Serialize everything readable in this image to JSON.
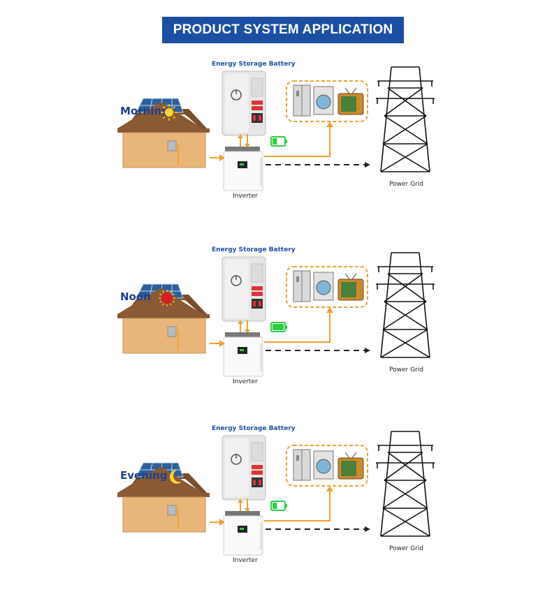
{
  "banner": {
    "title": "PRODUCT SYSTEM APPLICATION"
  },
  "colors": {
    "banner": "#1c4fa3",
    "flow_arrow": "#f0a030",
    "grid_arrow": "#222222",
    "house": "#e8b678",
    "roof": "#8a5a34",
    "battery_full": "#2ecc40",
    "appliance_frame": "#f0a030"
  },
  "panels": [
    {
      "time_label": "Morning",
      "time_icon": "sun-icon",
      "battery_label": "Energy Storage Battery",
      "inverter_label": "Inverter",
      "grid_label": "Power Grid",
      "battery_level": 0.4
    },
    {
      "time_label": "Noon",
      "time_icon": "red-sun-icon",
      "battery_label": "Energy Storage Battery",
      "inverter_label": "Inverter",
      "grid_label": "Power Grid",
      "battery_level": 1.0
    },
    {
      "time_label": "Evening",
      "time_icon": "moon-icon",
      "battery_label": "Energy Storage Battery",
      "inverter_label": "Inverter",
      "grid_label": "Power Grid",
      "battery_level": 0.4
    }
  ]
}
